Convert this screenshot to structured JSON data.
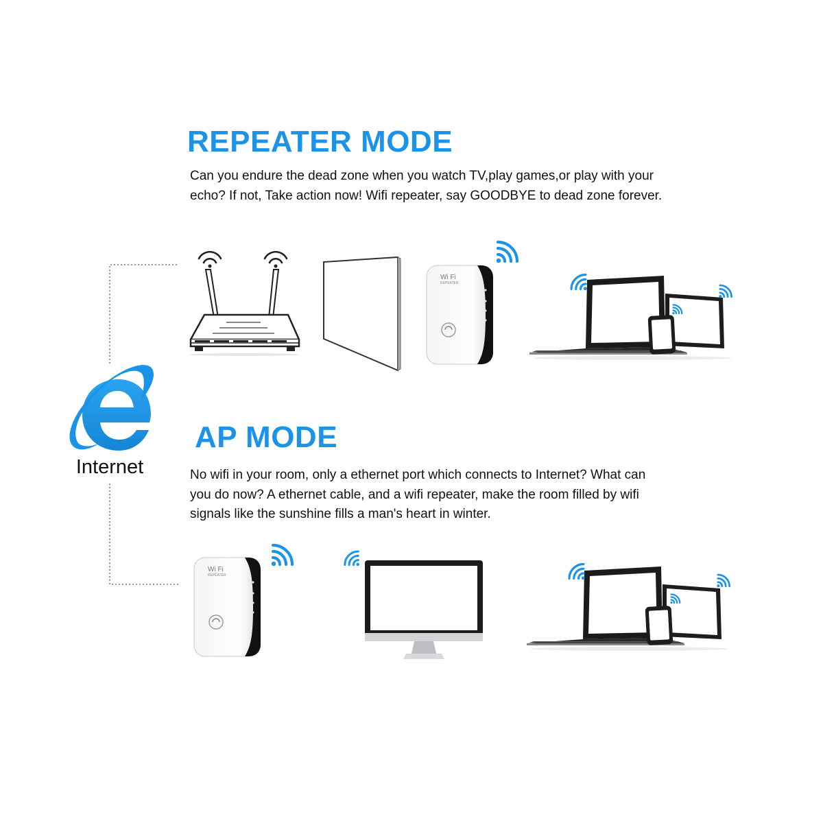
{
  "internet": {
    "label": "Internet"
  },
  "repeater_mode": {
    "title": "REPEATER MODE",
    "description": "Can you endure the dead zone when you watch TV,play games,or play with your echo? If not, Take action now! Wifi repeater, say GOODBYE to dead zone forever."
  },
  "ap_mode": {
    "title": "AP MODE",
    "description": "No wifi in your room, only a ethernet port which connects to Internet? What can you do now? A ethernet cable, and a wifi repeater, make the room filled by wifi signals like the sunshine fills a man's heart in winter."
  },
  "repeater_device": {
    "brand": "Wi Fi",
    "model": "REPEATER"
  },
  "colors": {
    "accent": "#1a93e8",
    "text": "#111111",
    "dotted_line": "#777777"
  },
  "icons": {
    "internet": "internet-explorer-icon",
    "router": "router-icon",
    "wall": "wall-icon",
    "repeater": "wifi-repeater-icon",
    "laptop": "laptop-icon",
    "tablet": "tablet-icon",
    "phone": "phone-icon",
    "monitor": "monitor-icon",
    "signal": "wifi-signal-icon"
  }
}
